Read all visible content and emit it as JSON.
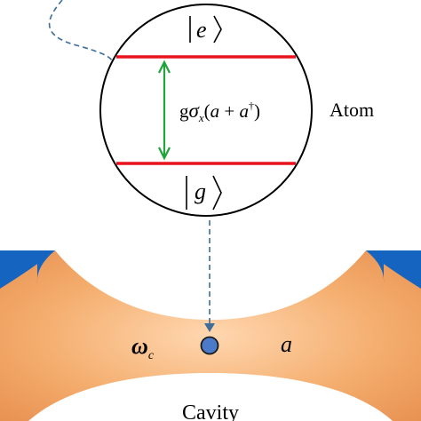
{
  "atom": {
    "excited_state": "|e⟩",
    "ground_state": "|g⟩",
    "interaction": "gσx(a + a†)",
    "label": "Atom"
  },
  "cavity": {
    "frequency_symbol": "ωc",
    "mode_operator": "a",
    "label": "Cavity"
  },
  "colors": {
    "energy_level": "#e8141c",
    "transition_arrow": "#1fa33a",
    "mirror": "#1565c0",
    "cavity_mode": "#f0a060",
    "atom_dot": "#4a7ac8",
    "dashed_line": "#3d6d9a"
  }
}
